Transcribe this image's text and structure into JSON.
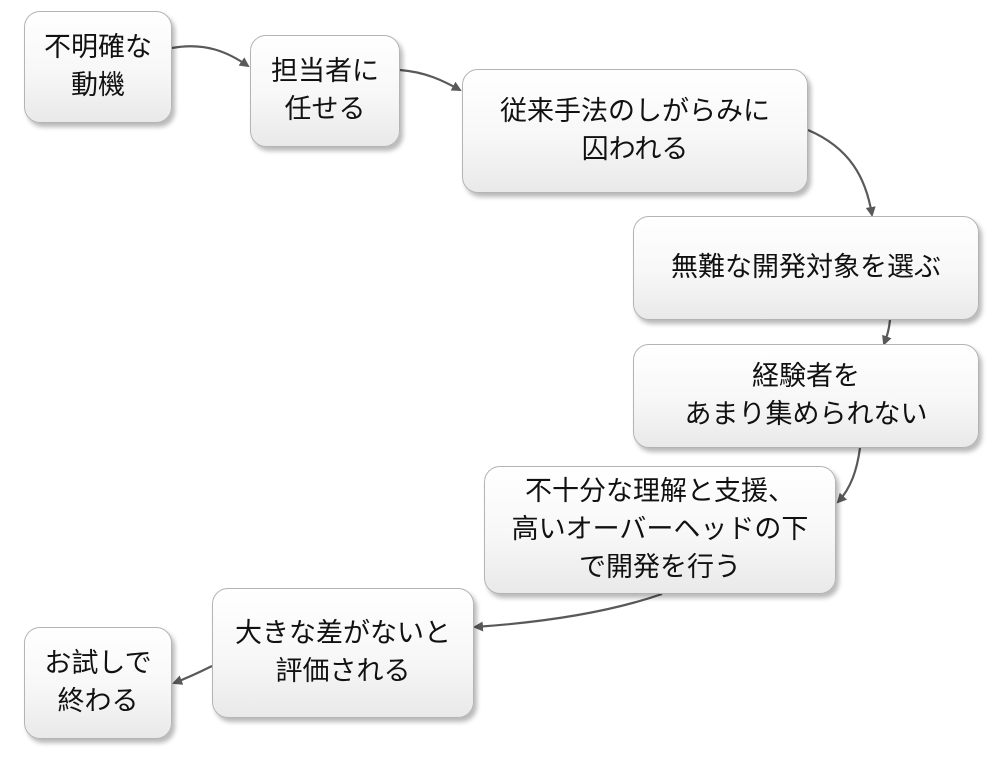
{
  "diagram": {
    "steps": [
      {
        "id": "s1",
        "text": "不明確な\n動機"
      },
      {
        "id": "s2",
        "text": "担当者に\n任せる"
      },
      {
        "id": "s3",
        "text": "従来手法のしがらみに\n囚われる"
      },
      {
        "id": "s4",
        "text": "無難な開発対象を選ぶ"
      },
      {
        "id": "s5",
        "text": "経験者を\nあまり集められない"
      },
      {
        "id": "s6",
        "text": "不十分な理解と支援、\n高いオーバーヘッドの下\nで開発を行う"
      },
      {
        "id": "s7",
        "text": "大きな差がないと\n評価される"
      },
      {
        "id": "s8",
        "text": "お試しで\n終わる"
      }
    ],
    "connector_color": "#595959"
  }
}
